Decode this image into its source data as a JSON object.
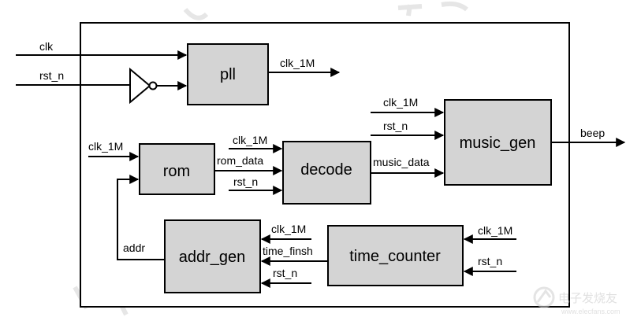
{
  "colors": {
    "block_fill": "#d4d4d4",
    "outline": "#000000",
    "canvas": "#ffffff",
    "watermark": "#d9d9d9"
  },
  "blocks": {
    "pll": "pll",
    "rom": "rom",
    "decode": "decode",
    "music_gen": "music_gen",
    "addr_gen": "addr_gen",
    "time_counter": "time_counter"
  },
  "signals": {
    "clk_in": "clk",
    "rst_n_in": "rst_n",
    "pll_clk_out": "clk_1M",
    "music_clk": "clk_1M",
    "music_rst": "rst_n",
    "beep": "beep",
    "rom_clk": "clk_1M",
    "decode_clk": "clk_1M",
    "rom_data": "rom_data",
    "decode_rst": "rst_n",
    "music_data": "music_data",
    "addr": "addr",
    "addr_gen_clk": "clk_1M",
    "time_finsh": "time_finsh",
    "addr_gen_rst": "rst_n",
    "tc_clk": "clk_1M",
    "tc_rst": "rst_n"
  },
  "watermark": {
    "logo_text": "电子发烧友",
    "url": "www.elecfans.com"
  }
}
